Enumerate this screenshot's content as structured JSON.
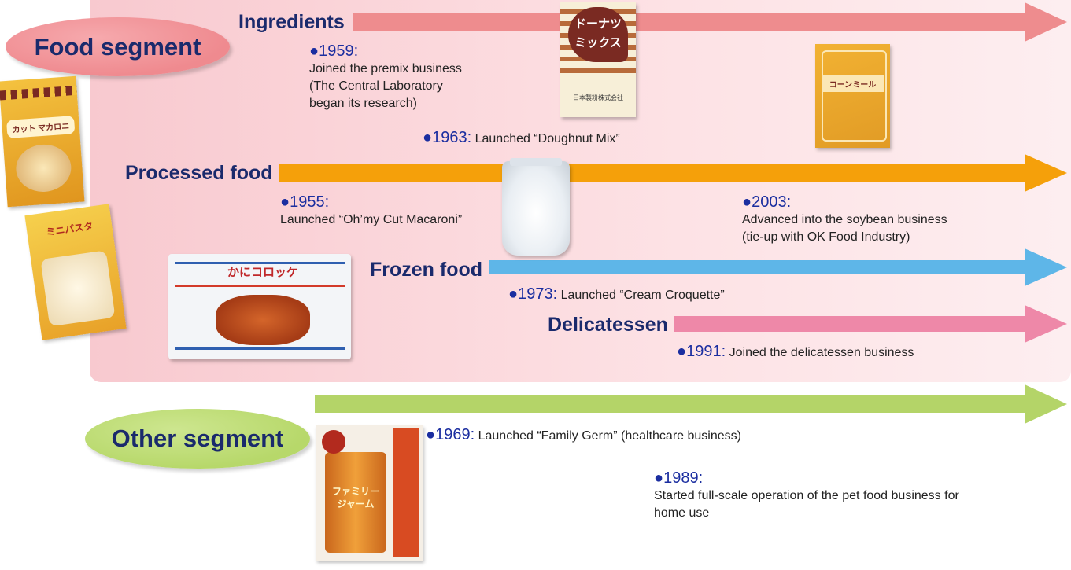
{
  "segments": {
    "food": "Food segment",
    "other": "Other segment"
  },
  "lanes": {
    "ingredients": "Ingredients",
    "processed": "Processed food",
    "frozen": "Frozen food",
    "delicatessen": "Delicatessen"
  },
  "events": {
    "e1959": {
      "year": "1959:",
      "text_lines": [
        "Joined the premix business",
        "(The Central Laboratory",
        "began its research)"
      ]
    },
    "e1963": {
      "year": "1963:",
      "text": "Launched “Doughnut Mix”"
    },
    "e1955": {
      "year": "1955:",
      "text": "Launched “Oh’my Cut Macaroni”"
    },
    "e2003": {
      "year": "2003:",
      "text_lines": [
        "Advanced into the soybean business",
        "(tie-up with OK Food Industry)"
      ]
    },
    "e1973": {
      "year": "1973:",
      "text": "Launched “Cream Croquette”"
    },
    "e1991": {
      "year": "1991:",
      "text": "Joined the delicatessen business"
    },
    "e1969": {
      "year": "1969:",
      "text": "Launched “Family Germ” (healthcare business)"
    },
    "e1989": {
      "year": "1989:",
      "text_lines": [
        "Started full-scale operation of the pet food business for",
        "home use"
      ]
    }
  },
  "products": {
    "doughnut_box": {
      "line1": "ドーナツ",
      "line2": "ミックス",
      "maker": "日本製粉株式会社"
    },
    "cornmeal_box": {
      "text": "コーンミール"
    },
    "croquette_pack": {
      "text": "かにコロッケ"
    },
    "family_germ": {
      "text": "ファミリージャーム"
    },
    "pasta_pack_top": {
      "text": "カット マカロニ"
    },
    "pasta_pack_bottom": {
      "text": "ミニパスタ"
    }
  },
  "colors": {
    "ingredients_arrow": "#ee8c8e",
    "processed_arrow": "#f5a00a",
    "frozen_arrow": "#5eb6e8",
    "delicatessen_arrow": "#ee88a8",
    "other_arrow": "#b4d468",
    "food_oval": "#ef8a8f",
    "other_oval": "#b7d86a",
    "year_text": "#1b2ea0",
    "title_text": "#1a2a6c"
  }
}
